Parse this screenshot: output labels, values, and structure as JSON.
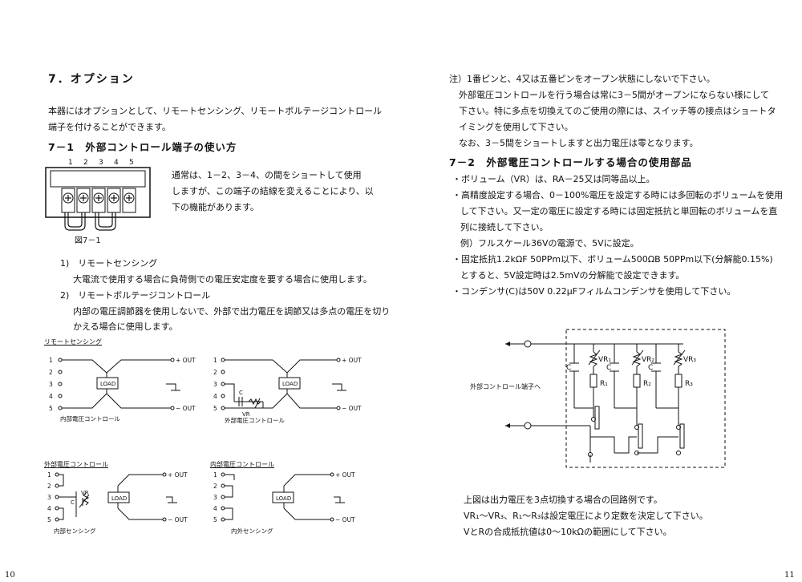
{
  "left": {
    "heading": "7．オプション",
    "intro": [
      "本器にはオプションとして、リモートセンシング、リモートボルテージコントロール",
      "端子を付けることができます。"
    ],
    "sec1": {
      "title": "7－1　外部コントロール端子の使い方",
      "terminal_numbers": [
        "1",
        "2",
        "3",
        "4",
        "5"
      ],
      "fig_label": "図7－1",
      "desc": [
        "通常は、1－2、3－4、の間をショートして使用",
        "しますが、この端子の結線を変えることにより、以",
        "下の機能があります。"
      ],
      "item1": {
        "label": "1)　リモートセンシング",
        "text": "大電流で使用する場合に負荷側での電圧安定度を要する場合に使用します。"
      },
      "item2": {
        "label": "2)　リモートボルテージコントロール",
        "text": [
          "内部の電圧調節器を使用しないで、外部で出力電圧を調節又は多点の電圧を切り",
          "かえる場合に使用します。"
        ]
      }
    },
    "diagrams": {
      "d1": {
        "title": "リモートセンシング",
        "caption": "内部電圧コントロール"
      },
      "d2": {
        "caption": "外部電圧コントロール",
        "c": "C",
        "vr": "VR"
      },
      "d3": {
        "title": "外部電圧コントロール",
        "caption": "内部センシング",
        "c": "C",
        "vr": "VR"
      },
      "d4": {
        "title": "内部電圧コントロール",
        "caption": "内外センシング"
      },
      "pins": [
        "1",
        "2",
        "3",
        "4",
        "5"
      ],
      "load": "LOAD",
      "out_plus": "+ OUT",
      "out_minus": "− OUT"
    },
    "page_number": "10"
  },
  "right": {
    "note": [
      "注）1番ピンと、4又は五番ピンをオープン状態にしないで下さい。",
      "外部電圧コントロールを行う場合は常に3－5間がオープンにならない様にして",
      "下さい。特に多点を切換えてのご使用の際には、スイッチ等の接点はショートタ",
      "イミングを使用して下さい。",
      "なお、3－5間をショートしますと出力電圧は零となります。"
    ],
    "sec2": {
      "title": "7－2　外部電圧コントロールする場合の使用部品",
      "bullets": [
        "・ボリューム（VR）は、RA－25又は同等品以上。",
        "・高精度設定する場合、0－100%電圧を設定する時には多回転のボリュームを使用",
        "して下さい。又一定の電圧に設定する時には固定抵抗と単回転のボリュームを直",
        "列に接続して下さい。",
        "例）フルスケール36Vの電源で、5Vに設定。",
        "・固定抵抗1.2kΩF 50PPm以下、ボリューム500ΩB 50PPm以下(分解能0.15%)",
        "とすると、5V設定時は2.5mVの分解能で設定できます。",
        "・コンデンサ(C)は50V 0.22μFフィルムコンデンサを使用して下さい。"
      ]
    },
    "circuit": {
      "label": "外部コントロール端子へ",
      "vr": [
        "VR₁",
        "VR₂",
        "VR₃"
      ],
      "r": [
        "R₁",
        "R₂",
        "R₃"
      ],
      "c": "C"
    },
    "bottom": [
      "上図は出力電圧を3点切換する場合の回路例です。",
      "VR₁～VR₃、R₁～R₃は設定電圧により定数を決定して下さい。",
      "VとRの合成抵抗値は0～10kΩの範囲にして下さい。"
    ],
    "page_number": "11"
  }
}
